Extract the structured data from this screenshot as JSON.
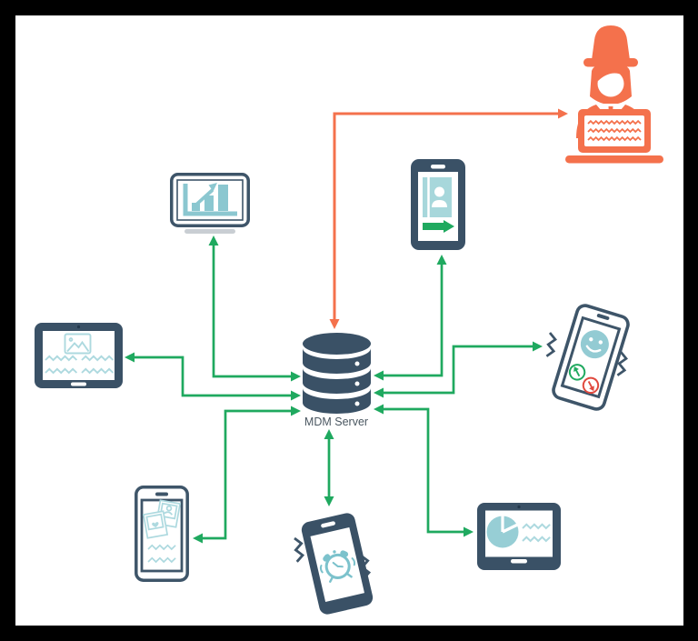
{
  "diagram": {
    "title": "MDM Server",
    "server": {
      "label": "MDM Server",
      "icon": "database-icon"
    },
    "colors": {
      "frame": "#000000",
      "canvas": "#ffffff",
      "device_slate": "#3A5166",
      "teal": "#97CED5",
      "teal_light": "#ADD9DF",
      "green": "#1FA95F",
      "orange": "#F4714C",
      "red": "#E0493E",
      "label_text": "#4A5761",
      "monitor_stand_gray": "#C9CED3"
    },
    "nodes": [
      {
        "id": "mdm-server",
        "label": "MDM Server",
        "icon": "database-icon",
        "position": "center"
      },
      {
        "id": "hacker",
        "icon": "hacker-laptop-icon",
        "position": "top-right",
        "link_color": "orange"
      },
      {
        "id": "analytics-monitor",
        "icon": "bar-chart-monitor-icon",
        "position": "upper-left",
        "link_color": "green"
      },
      {
        "id": "contacts-phone",
        "icon": "contacts-transfer-phone-icon",
        "position": "top-center",
        "link_color": "green"
      },
      {
        "id": "photo-tablet",
        "icon": "photo-gallery-tablet-icon",
        "position": "left",
        "link_color": "green"
      },
      {
        "id": "incoming-call-phone",
        "icon": "ringing-call-phone-icon",
        "position": "right",
        "link_color": "green"
      },
      {
        "id": "photos-phone",
        "icon": "photo-gallery-phone-icon",
        "position": "bottom-left",
        "link_color": "green"
      },
      {
        "id": "alarm-phone",
        "icon": "vibrating-alarm-phone-icon",
        "position": "bottom-center",
        "link_color": "green"
      },
      {
        "id": "pie-chart-tablet",
        "icon": "pie-chart-tablet-icon",
        "position": "bottom-right",
        "link_color": "green"
      }
    ],
    "connections": [
      {
        "from": "mdm-server",
        "to": "hacker",
        "color": "orange",
        "bidirectional": true
      },
      {
        "from": "mdm-server",
        "to": "analytics-monitor",
        "color": "green",
        "bidirectional": true
      },
      {
        "from": "mdm-server",
        "to": "contacts-phone",
        "color": "green",
        "bidirectional": true
      },
      {
        "from": "mdm-server",
        "to": "photo-tablet",
        "color": "green",
        "bidirectional": true
      },
      {
        "from": "mdm-server",
        "to": "incoming-call-phone",
        "color": "green",
        "bidirectional": true
      },
      {
        "from": "mdm-server",
        "to": "photos-phone",
        "color": "green",
        "bidirectional": true
      },
      {
        "from": "mdm-server",
        "to": "alarm-phone",
        "color": "green",
        "bidirectional": true
      },
      {
        "from": "mdm-server",
        "to": "pie-chart-tablet",
        "color": "green",
        "bidirectional": true
      }
    ]
  }
}
